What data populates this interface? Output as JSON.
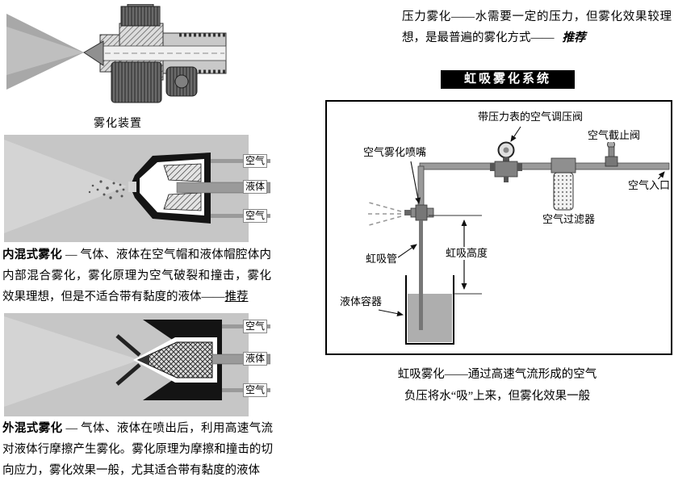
{
  "left": {
    "device_caption": "雾化装置",
    "internal": {
      "air_top": "空气",
      "liquid": "液体",
      "air_bottom": "空气",
      "term": "内混式雾化",
      "body": " — 气体、液体在空气帽和液体帽腔体内内部混合雾化，雾化原理为空气破裂和撞击，雾化效果理想，但是不适合带有黏度的液体——",
      "recommend": "推荐"
    },
    "external": {
      "air_top": "空气",
      "liquid": "液体",
      "air_bottom": "空气",
      "term": "外混式雾化",
      "body": " — 气体、液体在喷出后，利用高速气流对液体行摩擦产生雾化。雾化原理为摩擦和撞击的切向应力，雾化效果一般，尤其适合带有黏度的液体"
    }
  },
  "right": {
    "pressure": {
      "body": "压力雾化——水需要一定的压力，但雾化效果较理想，是最普遍的雾化方式——",
      "recommend": "推荐"
    },
    "system_title": "虹吸雾化系统",
    "labels": {
      "regulator": "带压力表的空气调压阀",
      "stop_valve": "空气截止阀",
      "nozzle": "空气雾化喷嘴",
      "air_inlet": "空气入口",
      "filter": "空气过滤器",
      "siphon_tube": "虹吸管",
      "siphon_height": "虹吸高度",
      "container": "液体容器"
    },
    "caption1": "虹吸雾化——通过高速气流形成的空气",
    "caption2": "负压将水“吸”上来，但雾化效果一般"
  },
  "colors": {
    "banner_bg": "#000000",
    "banner_text": "#ffffff",
    "diagram_bg": "#c6c6c6",
    "pipe_gray": "#9a9a9a"
  }
}
